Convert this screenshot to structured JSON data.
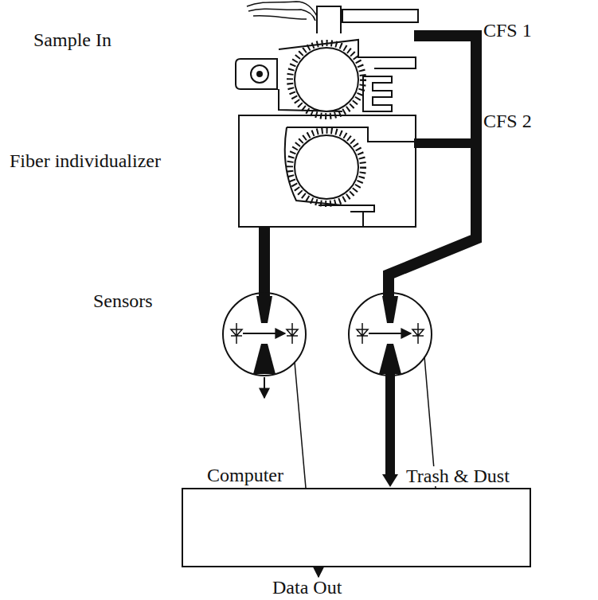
{
  "diagram": {
    "nodes": [
      {
        "text": [
          "Computer"
        ]
      }
    ],
    "labels": [
      "Sample In",
      "CFS 1",
      "CFS 2",
      "Fiber individualizer",
      "Sensors",
      "Trash & Dust",
      "Data Out"
    ]
  }
}
